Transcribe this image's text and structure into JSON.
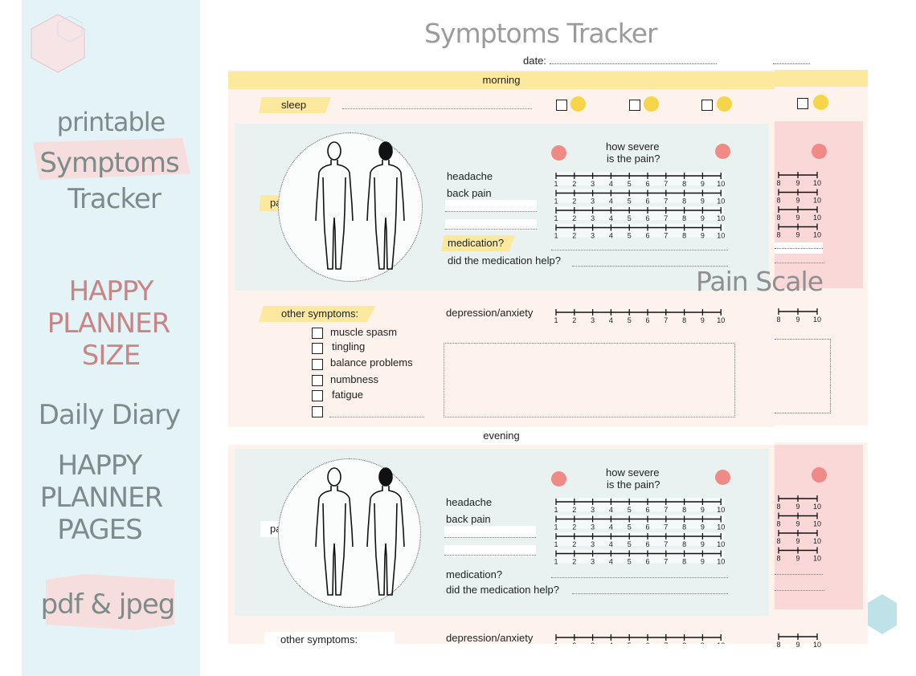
{
  "sidebar": {
    "line1": "printable",
    "line2": "Symptoms",
    "line3": "Tracker",
    "size_lines": [
      "HAPPY",
      "PLANNER",
      "SIZE"
    ],
    "daily": "Daily Diary",
    "pages_lines": [
      "HAPPY",
      "PLANNER",
      "PAGES"
    ],
    "format": "pdf & jpeg"
  },
  "title": "Symptoms Tracker",
  "date_label": "date:",
  "overlay_label": "Pain Scale",
  "morning": {
    "band": "morning",
    "sleep_tag": "sleep",
    "pain_tag": "pain",
    "severity_q": [
      "how severe",
      "is the pain?"
    ],
    "rows": [
      "headache",
      "back pain"
    ],
    "medication": "medication?",
    "med_help": "did the medication help?",
    "other_tag": "other symptoms:",
    "depression": "depression/anxiety",
    "symptoms": [
      "muscle spasm",
      "tingling",
      "balance problems",
      "numbness",
      "fatigue"
    ]
  },
  "evening": {
    "band": "evening",
    "pain_tag": "pain",
    "severity_q": [
      "how severe",
      "is the pain?"
    ],
    "rows": [
      "headache",
      "back pain"
    ],
    "medication": "medication?",
    "med_help": "did the medication help?",
    "other_tag": "other symptoms:",
    "depression": "depression/anxiety"
  },
  "scale_numbers": [
    "1",
    "2",
    "3",
    "4",
    "5",
    "6",
    "7",
    "8",
    "9",
    "10"
  ],
  "back_scale_numbers": [
    "8",
    "9",
    "10"
  ],
  "colors": {
    "sidebar_bg": "#e3f3f6",
    "band_yellow": "#fce99d",
    "sheet_bg": "#fdf3ec",
    "panel_blue": "#eaf2f1",
    "panel_pink": "#fad8d7",
    "face_yellow": "#f6d54a",
    "face_red": "#ef8a86"
  }
}
